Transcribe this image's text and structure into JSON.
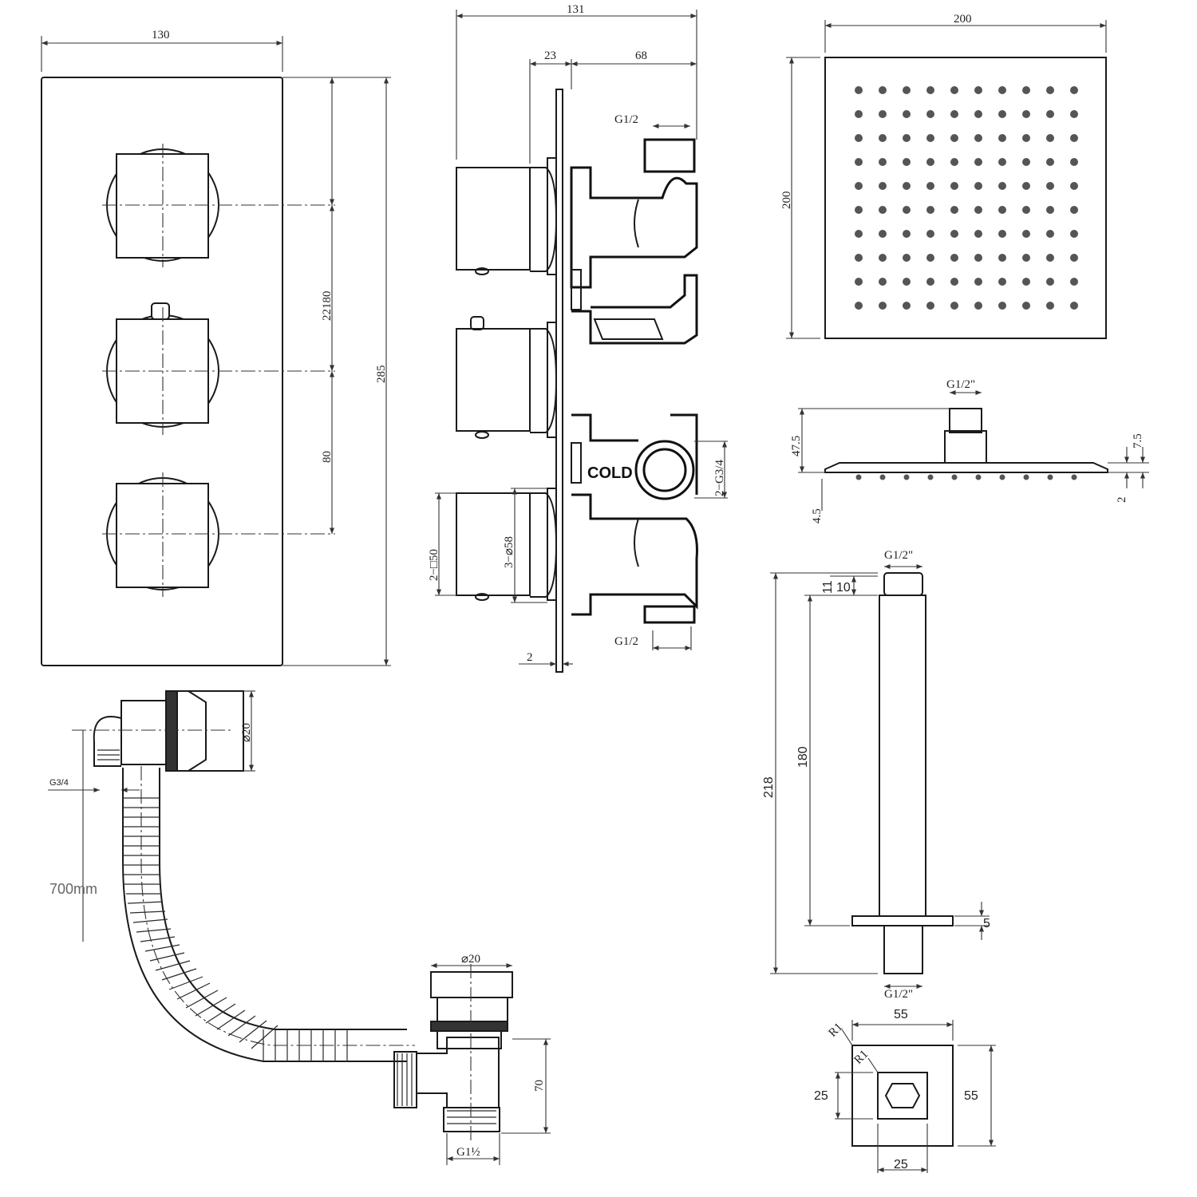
{
  "panel": {
    "width": "130",
    "height": "285",
    "spacing_upper": "22180",
    "spacing_lower": "80"
  },
  "valve_side": {
    "depth_total": "131",
    "depth_front": "23",
    "depth_body": "68",
    "inlet_top": "G1/2",
    "outlet_side": "2−G3/4",
    "inlet_bottom": "G1/2",
    "knob_square": "2−□50",
    "knob_round": "3−⌀58",
    "plate_thickness": "2",
    "port_label": "COLD"
  },
  "shower_head": {
    "width": "200",
    "height": "200",
    "thread": "G1/2\"",
    "profile_height": "47.5",
    "plate_thickness": "7.5",
    "nozzle_height": "4.5",
    "edge": "2",
    "nozzle_rows": 10,
    "nozzle_cols": 10
  },
  "ceiling_arm": {
    "thread_top": "G1/2\"",
    "thread_bottom": "G1/2\"",
    "overall": "218",
    "tube_length": "180",
    "top_segment": "10",
    "top_small": "11",
    "flange_thickness": "5",
    "flange_width": "55",
    "flange_height": "55",
    "inner_width": "25",
    "inner_height": "25",
    "radius_outer": "R1",
    "radius_inner": "R1"
  },
  "bath_filler": {
    "head_diameter": "⌀20",
    "thread": "G3/4",
    "hose_length": "700mm",
    "waste_diameter": "⌀20",
    "waste_height": "70",
    "waste_thread": "G1½"
  }
}
